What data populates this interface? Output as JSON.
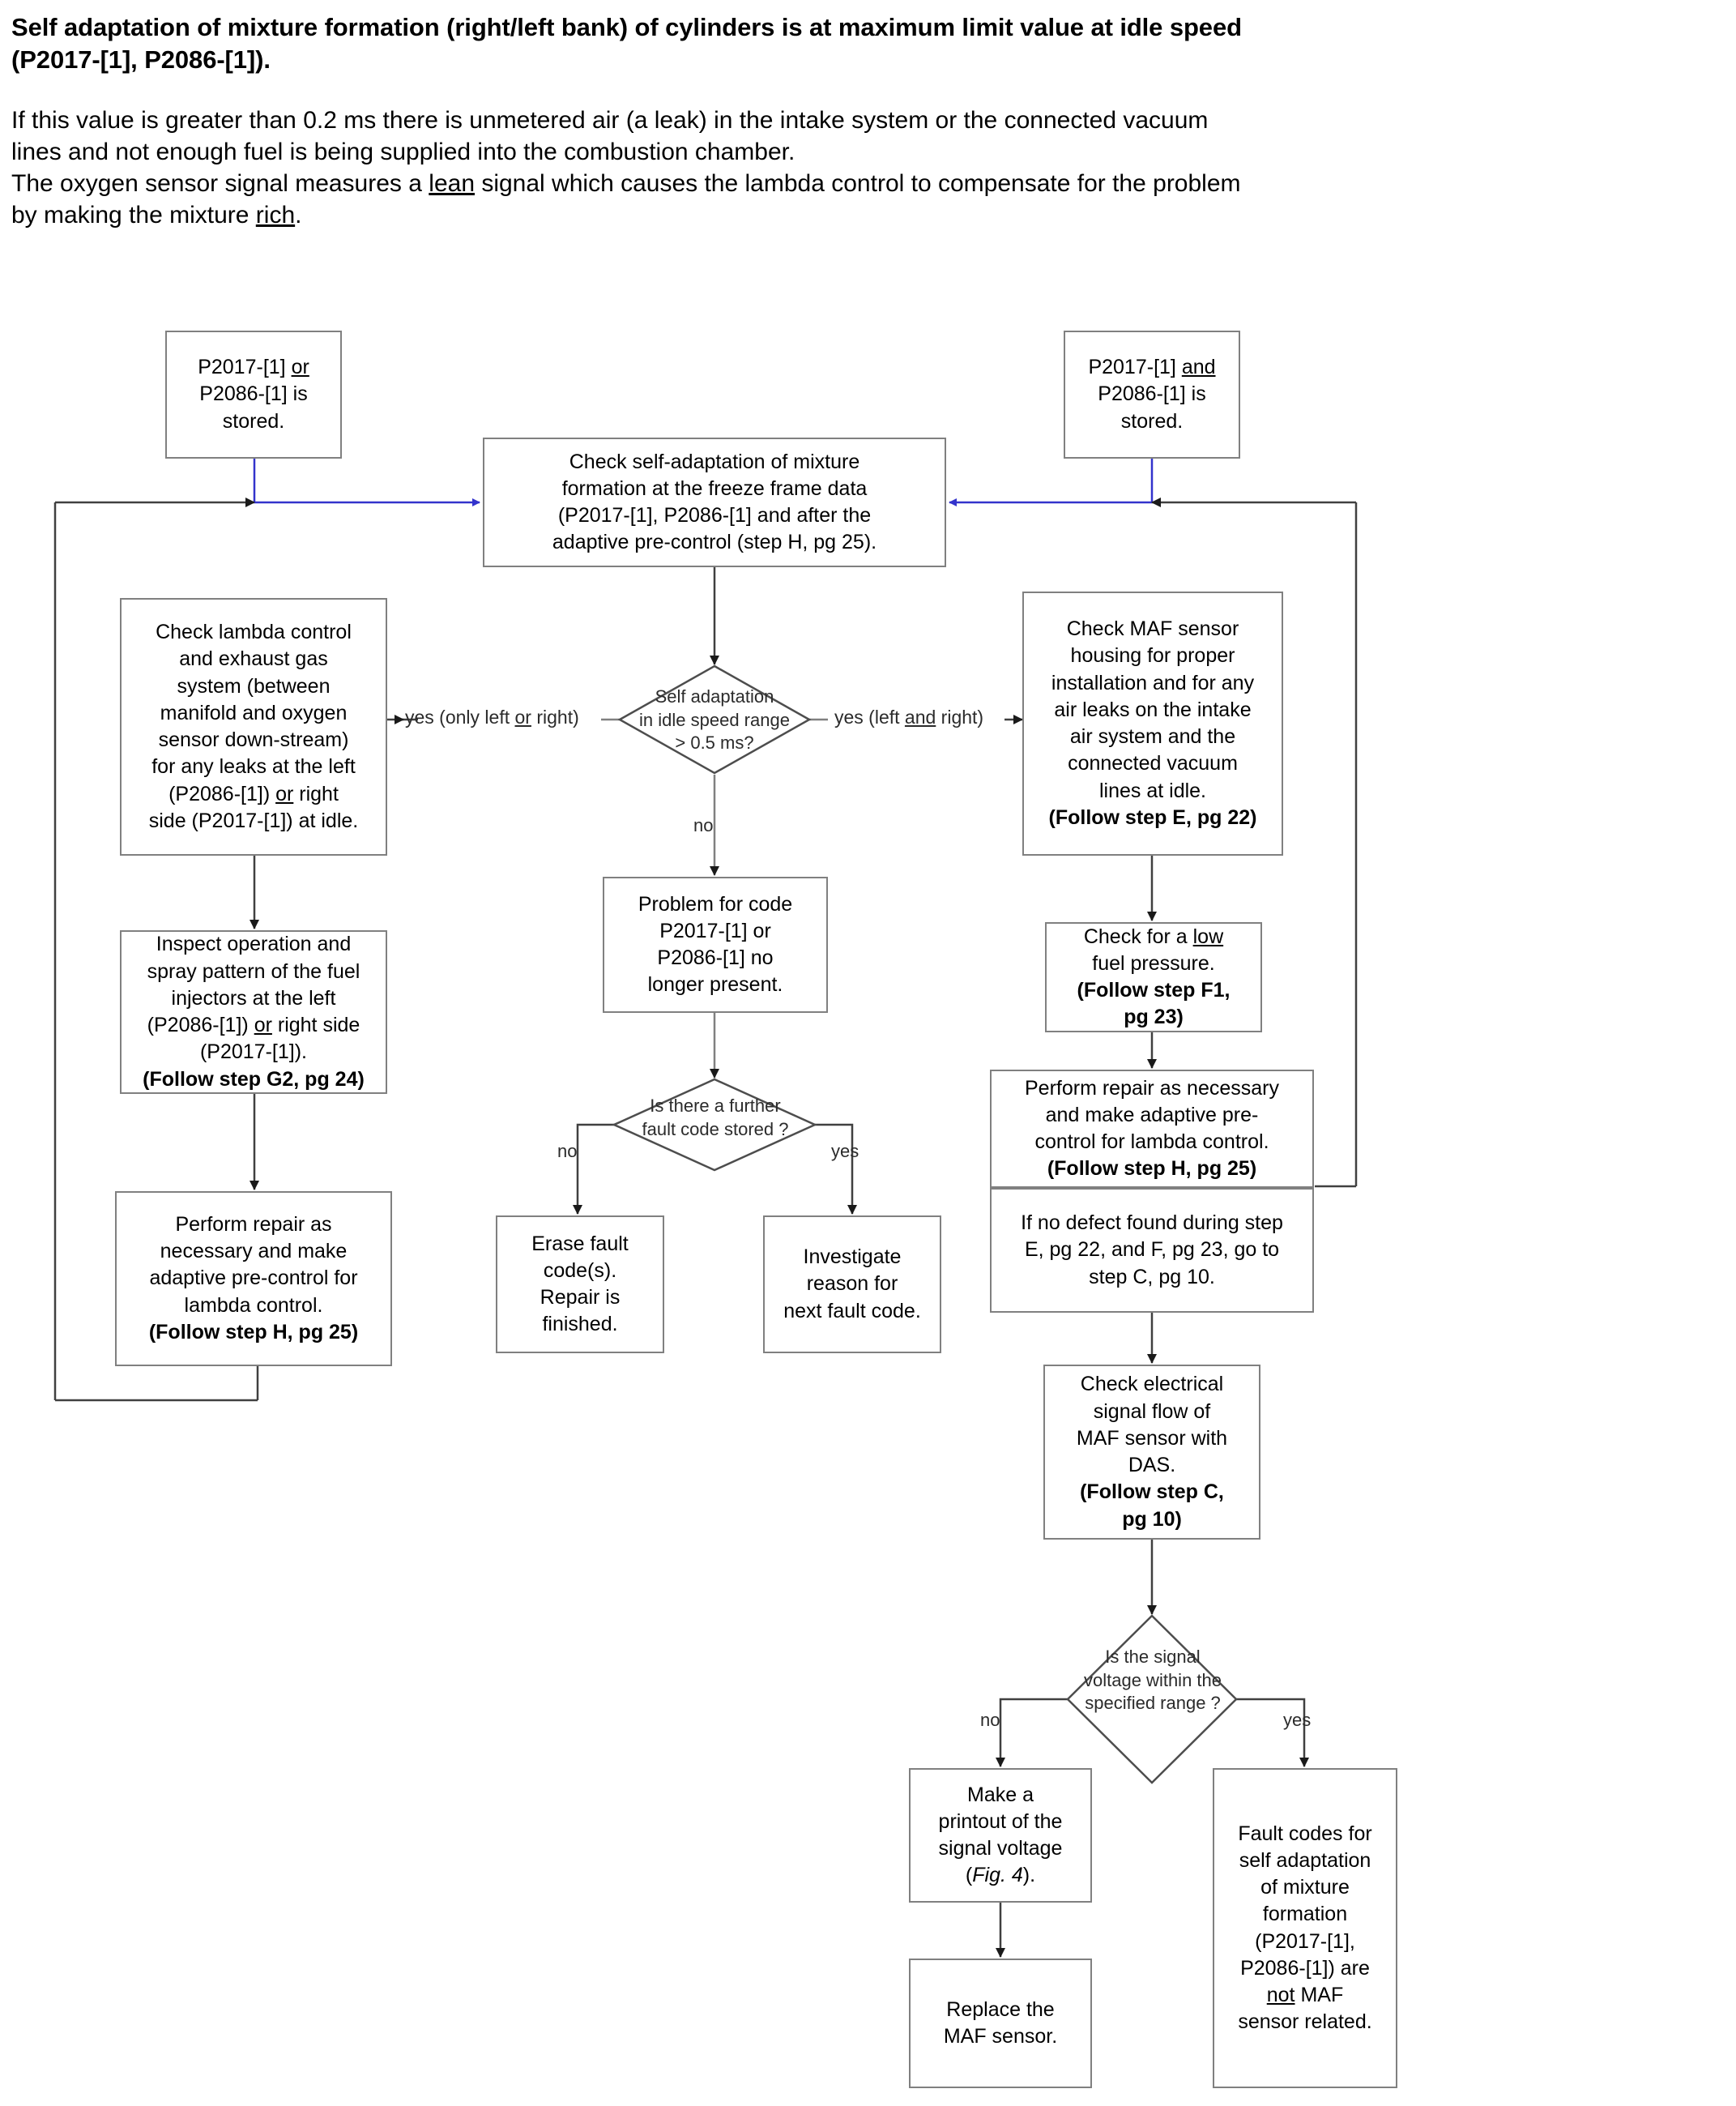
{
  "intro": {
    "title_line1": "Self adaptation of mixture formation (right/left bank) of cylinders is at maximum limit value at idle speed",
    "title_line2": "(P2017-[1], P2086-[1]).",
    "para_line1": "If this value is greater than 0.2 ms there is unmetered air (a leak) in the intake system or the connected vacuum",
    "para_line2": "lines and not enough fuel is being supplied into the combustion chamber.",
    "para2_pre": "The oxygen sensor signal measures a ",
    "para2_lean": "lean",
    "para2_mid": " signal which causes the lambda control to compensate for the problem",
    "para2_line2_pre": "by making the mixture ",
    "para2_rich": "rich",
    "para2_end": "."
  },
  "colors": {
    "arrow_blue": "#3333cc",
    "arrow_black": "#404040",
    "box_border": "#808080"
  },
  "nodes": {
    "start_left": {
      "l1_pre": "P2017-[1] ",
      "l1_u": "or",
      "l2": "P2086-[1] is",
      "l3": "stored."
    },
    "start_right": {
      "l1_pre": "P2017-[1] ",
      "l1_u": "and",
      "l2": "P2086-[1] is",
      "l3": "stored."
    },
    "check_selfadapt": {
      "l1": "Check self-adaptation of mixture",
      "l2": "formation at the freeze frame data",
      "l3": "(P2017-[1], P2086-[1] and after the",
      "l4": "adaptive pre-control (step H, pg 25)."
    },
    "decision_selfadapt": {
      "l1": "Self adaptation",
      "l2": "in idle speed range",
      "l3": "> 0.5 ms?"
    },
    "check_lambda": {
      "l1": "Check lambda control",
      "l2": "and exhaust gas",
      "l3": "system (between",
      "l4": "manifold and oxygen",
      "l5": "sensor down-stream)",
      "l6": "for any leaks at the left",
      "l7_pre": "(P2086-[1]) ",
      "l7_u": "or",
      "l7_post": " right",
      "l8": "side (P2017-[1]) at idle."
    },
    "inspect_injectors": {
      "l1": "Inspect operation and",
      "l2": "spray pattern of the fuel",
      "l3": "injectors at the left",
      "l4_pre": "(P2086-[1]) ",
      "l4_u": "or",
      "l4_post": " right side",
      "l5": "(P2017-[1]).",
      "l6_bold": "(Follow step G2, pg 24)"
    },
    "perform_repair_left": {
      "l1": "Perform repair as",
      "l2": "necessary and make",
      "l3": "adaptive pre-control for",
      "l4": "lambda control.",
      "l5_bold": "(Follow step H, pg 25)"
    },
    "problem_no_longer": {
      "l1": "Problem for code",
      "l2": "P2017-[1] or",
      "l3": "P2086-[1] no",
      "l4": "longer present."
    },
    "decision_further_fault": {
      "l1": "Is there a further",
      "l2": "fault code stored ?"
    },
    "erase_fault": {
      "l1": "Erase fault",
      "l2": "code(s).",
      "l3": "Repair is",
      "l4": "finished."
    },
    "investigate_reason": {
      "l1": "Investigate",
      "l2": "reason for",
      "l3": "next fault code."
    },
    "check_maf_housing": {
      "l1": "Check  MAF sensor",
      "l2": "housing for proper",
      "l3": "installation and  for any",
      "l4": "air leaks on the intake",
      "l5": "air system and the",
      "l6": "connected vacuum",
      "l7": "lines at idle.",
      "l8_bold": "(Follow step E, pg 22)"
    },
    "check_fuel_pressure": {
      "l1_pre": "Check for a ",
      "l1_u": "low",
      "l2": "fuel pressure.",
      "l3_bold": "(Follow step F1,",
      "l4_bold": "pg 23)"
    },
    "perform_repair_right": {
      "l1": "Perform repair as necessary",
      "l2": "and make adaptive pre-",
      "l3": "control for lambda control.",
      "l4_bold": "(Follow step H, pg 25)"
    },
    "no_defect_note": {
      "l1": "If no defect found during step",
      "l2": "E, pg 22, and F, pg 23, go to",
      "l3": "step C, pg 10."
    },
    "check_signal_flow": {
      "l1": "Check electrical",
      "l2": "signal flow of",
      "l3": "MAF sensor with",
      "l4": "DAS.",
      "l5_bold": "(Follow step C,",
      "l6_bold": "pg 10)"
    },
    "decision_signal_voltage": {
      "l1": "Is the signal",
      "l2": "voltage  within the",
      "l3": "specified range ?"
    },
    "make_printout": {
      "l1": "Make a",
      "l2": "printout of the",
      "l3": "signal voltage",
      "l4_pre": "(",
      "l4_ital": "Fig. 4",
      "l4_post": ")."
    },
    "replace_maf": {
      "l1": "Replace the",
      "l2": "MAF sensor."
    },
    "fault_codes_not_maf": {
      "l1": "Fault codes for",
      "l2": "self adaptation",
      "l3": "of mixture",
      "l4": "formation",
      "l5": "(P2017-[1],",
      "l6": "P2086-[1]) are",
      "l7_u": "not",
      "l7_post": "  MAF",
      "l8": "sensor related."
    }
  },
  "edge_labels": {
    "yes_only_left_or_right_pre": "yes (only left ",
    "yes_only_left_or_right_u": "or",
    "yes_only_left_or_right_post": " right)",
    "yes_left_and_right_pre": "yes (left ",
    "yes_left_and_right_u": "and",
    "yes_left_and_right_post": " right)",
    "no_center": "no",
    "no_fault": "no",
    "yes_fault": "yes",
    "no_voltage": "no",
    "yes_voltage": "yes"
  }
}
